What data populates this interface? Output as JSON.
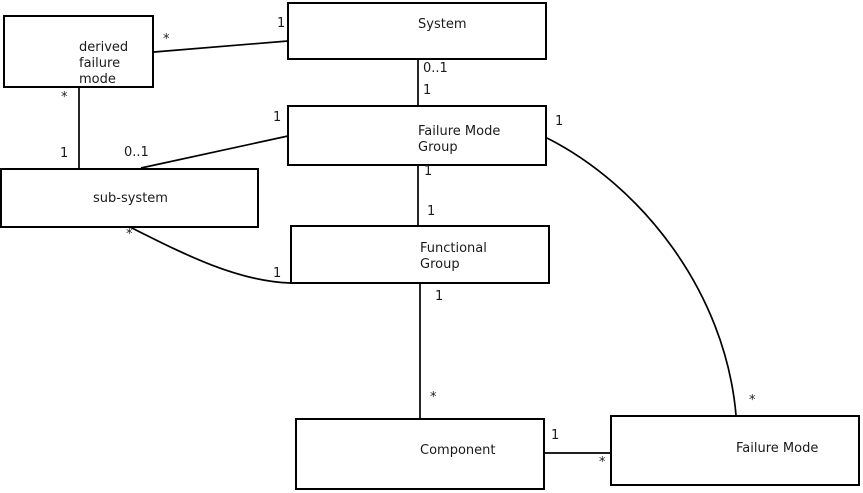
{
  "diagram_type": "uml-class-association-diagram",
  "colors": {
    "background": "#ffffff",
    "line": "#000000",
    "text": "#1a1a1a"
  },
  "boxes": {
    "derived_failure_mode": {
      "lines": [
        "derived",
        "failure",
        "mode"
      ]
    },
    "system": {
      "lines": [
        "System"
      ]
    },
    "failure_mode_group": {
      "lines": [
        "Failure Mode",
        "Group"
      ]
    },
    "sub_system": {
      "lines": [
        "sub-system"
      ]
    },
    "functional_group": {
      "lines": [
        "Functional",
        "Group"
      ]
    },
    "component": {
      "lines": [
        "Component"
      ]
    },
    "failure_mode": {
      "lines": [
        "Failure Mode"
      ]
    }
  },
  "edges": [
    {
      "from": "derived_failure_mode",
      "to": "system",
      "source_label": "*",
      "target_label": "1"
    },
    {
      "from": "derived_failure_mode",
      "to": "sub_system",
      "source_label": "*",
      "target_label": "1"
    },
    {
      "from": "sub_system",
      "to": "failure_mode_group",
      "source_label": "0..1",
      "target_label": "1"
    },
    {
      "from": "system",
      "to": "failure_mode_group",
      "source_label": "0..1",
      "target_label": "1"
    },
    {
      "from": "failure_mode_group",
      "to": "functional_group",
      "source_label": "1",
      "target_label": "1"
    },
    {
      "from": "sub_system",
      "to": "functional_group",
      "source_label": "*",
      "target_label": "1"
    },
    {
      "from": "functional_group",
      "to": "component",
      "source_label": "1",
      "target_label": "*"
    },
    {
      "from": "failure_mode_group",
      "to": "failure_mode",
      "source_label": "1",
      "target_label": "*"
    },
    {
      "from": "component",
      "to": "failure_mode",
      "source_label": "1",
      "target_label": "*"
    }
  ]
}
